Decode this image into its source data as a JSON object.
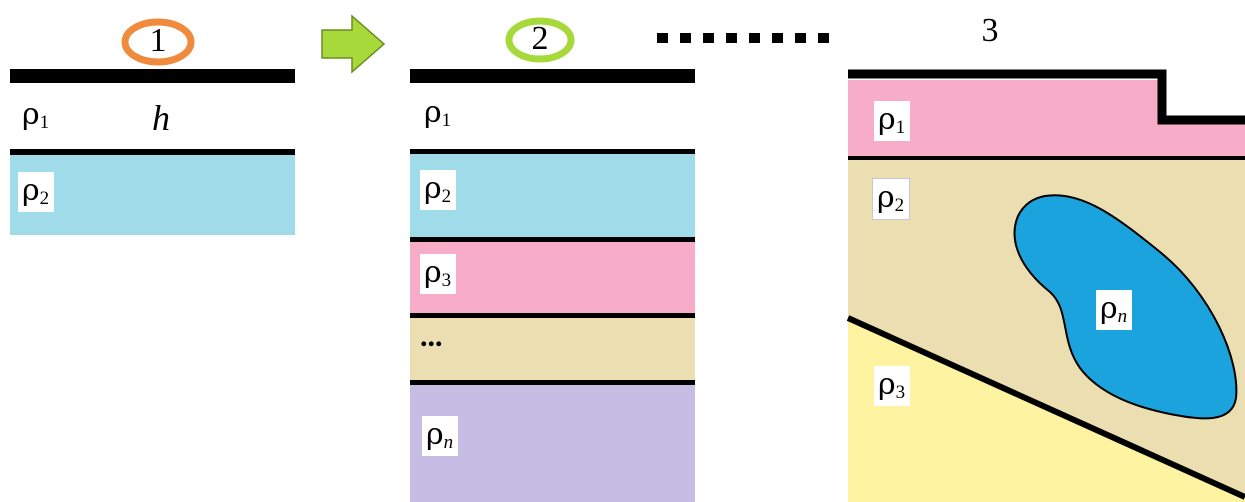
{
  "panels": [
    {
      "number": "1",
      "marker_color": "#f08a3c",
      "layers": [
        {
          "label_base": "ρ",
          "label_sub": "1",
          "fill": "#ffffff"
        },
        {
          "label_base": "ρ",
          "label_sub": "2",
          "fill": "#9fdbe9"
        }
      ],
      "thickness_label": "h"
    },
    {
      "number": "2",
      "marker_color": "#a8d93a",
      "layers": [
        {
          "label_base": "ρ",
          "label_sub": "1",
          "fill": "#ffffff"
        },
        {
          "label_base": "ρ",
          "label_sub": "2",
          "fill": "#9fdbe9"
        },
        {
          "label_base": "ρ",
          "label_sub": "3",
          "fill": "#f7adc8"
        },
        {
          "label_base": "...",
          "label_sub": "",
          "fill": "#ebdeb0"
        },
        {
          "label_base": "ρ",
          "label_sub": "n",
          "fill": "#c7bce3"
        }
      ]
    },
    {
      "number": "3",
      "layers": [
        {
          "label_base": "ρ",
          "label_sub": "1",
          "fill": "#f7adc8"
        },
        {
          "label_base": "ρ",
          "label_sub": "2",
          "fill": "#ebdeb0"
        },
        {
          "label_base": "ρ",
          "label_sub": "3",
          "fill": "#fdf3a0"
        },
        {
          "label_base": "ρ",
          "label_sub": "n",
          "fill": "#1ba3de"
        }
      ]
    }
  ],
  "colors": {
    "arrow": "#a8d93a",
    "line": "#000000"
  },
  "icons": {
    "arrow": "right-arrow-icon",
    "continuation": "dotted-line"
  }
}
